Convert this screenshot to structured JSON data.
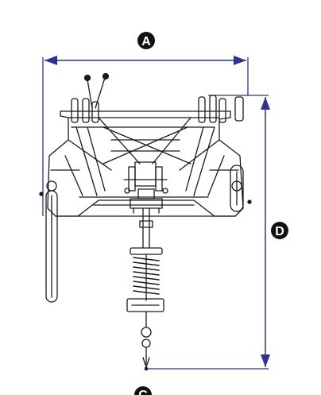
{
  "diagram": {
    "labels": {
      "width_marker": "A",
      "height_marker": "D",
      "bottom_marker": "C"
    },
    "colors": {
      "dimension_line": "#2e3192",
      "badge_fill": "#111111",
      "badge_text": "#ffffff",
      "drawing_stroke": "#1a1a1a"
    }
  }
}
